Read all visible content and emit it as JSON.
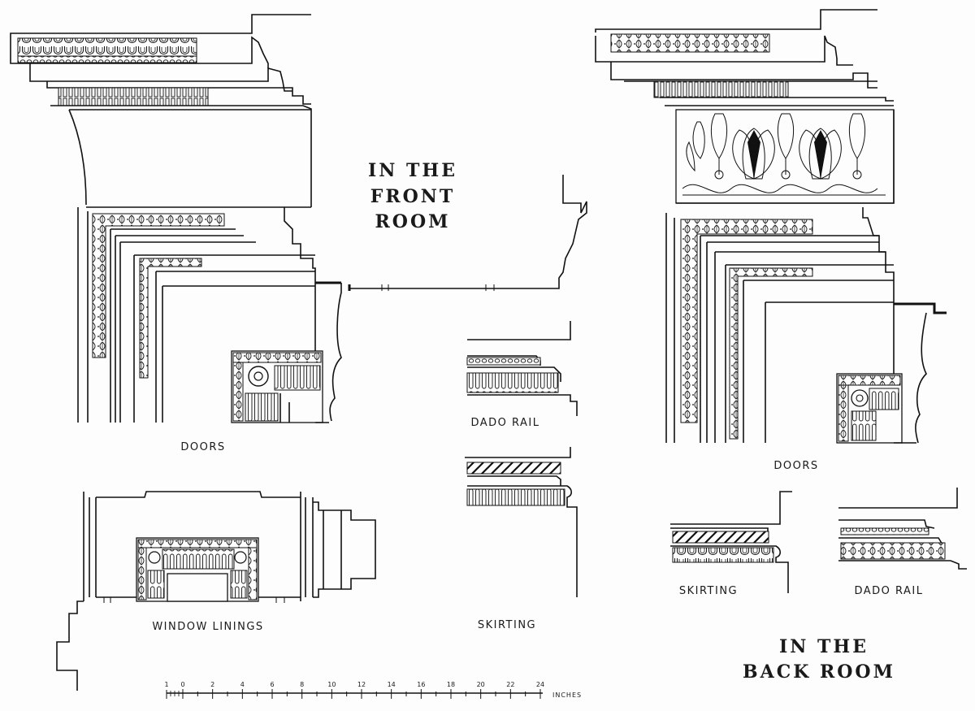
{
  "front_room": {
    "title_line1": "IN THE",
    "title_line2": "FRONT",
    "title_line3": "ROOM",
    "doors_label": "DOORS",
    "window_label": "WINDOW LININGS",
    "dado_label": "DADO RAIL",
    "skirting_label": "SKIRTING"
  },
  "back_room": {
    "title_line1": "IN THE",
    "title_line2": "BACK ROOM",
    "doors_label": "DOORS",
    "skirting_label": "SKIRTING",
    "dado_label": "DADO RAIL"
  },
  "scale": {
    "ticks": [
      "1",
      "0",
      "2",
      "4",
      "6",
      "8",
      "10",
      "12",
      "14",
      "16",
      "18",
      "20",
      "22",
      "24"
    ],
    "unit": "INCHES"
  }
}
